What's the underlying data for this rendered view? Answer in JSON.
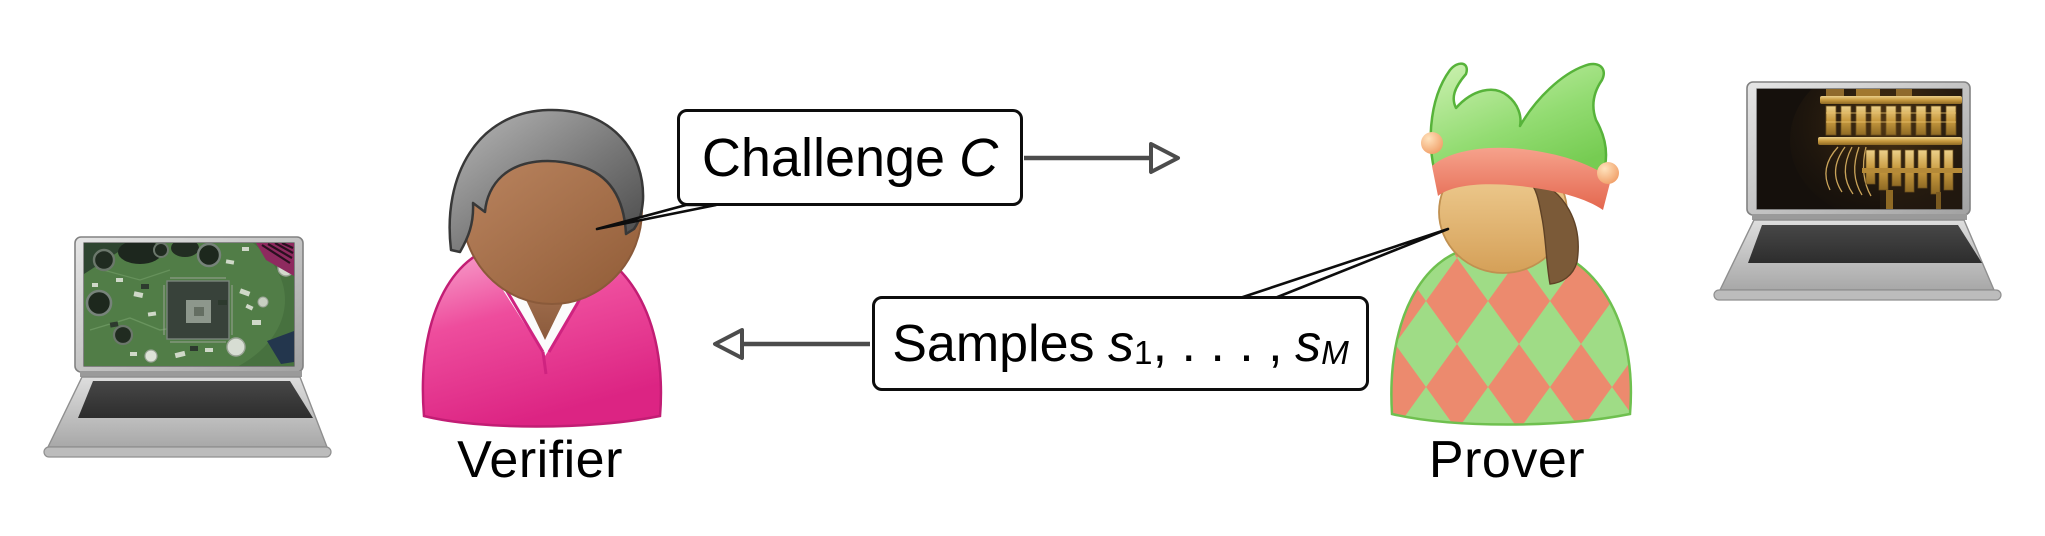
{
  "title": "Verifier-Prover interaction diagram",
  "actors": {
    "verifier": {
      "label": "Verifier",
      "avatar": "person-gray-hair-pink-jacket",
      "machine": "laptop-showing-circuit-board"
    },
    "prover": {
      "label": "Prover",
      "avatar": "jester-green-hat-harlequin-suit",
      "machine": "laptop-showing-quantum-computer-chandelier"
    }
  },
  "messages": {
    "challenge": {
      "word": "Challenge",
      "variable": "C",
      "direction": "verifier-to-prover"
    },
    "samples": {
      "word": "Samples",
      "s_first": "s",
      "first_index": "1",
      "dots": ", . . . ,",
      "s_last": "s",
      "last_index": "M",
      "direction": "prover-to-verifier"
    }
  },
  "icons": {
    "left_laptop": "laptop-circuit-board-icon",
    "right_laptop": "laptop-quantum-computer-icon",
    "verifier_figure": "verifier-person-icon",
    "prover_figure": "prover-jester-icon",
    "challenge_arrow": "arrow-right-icon",
    "samples_arrow": "arrow-left-icon"
  },
  "colors": {
    "background": "#ffffff",
    "verifier_jacket_pink": "#ee4d9d",
    "prover_hat_green": "#8edb6e",
    "prover_salmon": "#ec8a6e",
    "skin_verifier": "#b5805f",
    "skin_prover": "#eac389",
    "arrow_gray": "#4c4c4c",
    "bubble_border": "#0d0d0d",
    "laptop_gray": "#c6c6c6",
    "screen_gold": "#c89a3f",
    "pcb_green": "#47713f"
  }
}
